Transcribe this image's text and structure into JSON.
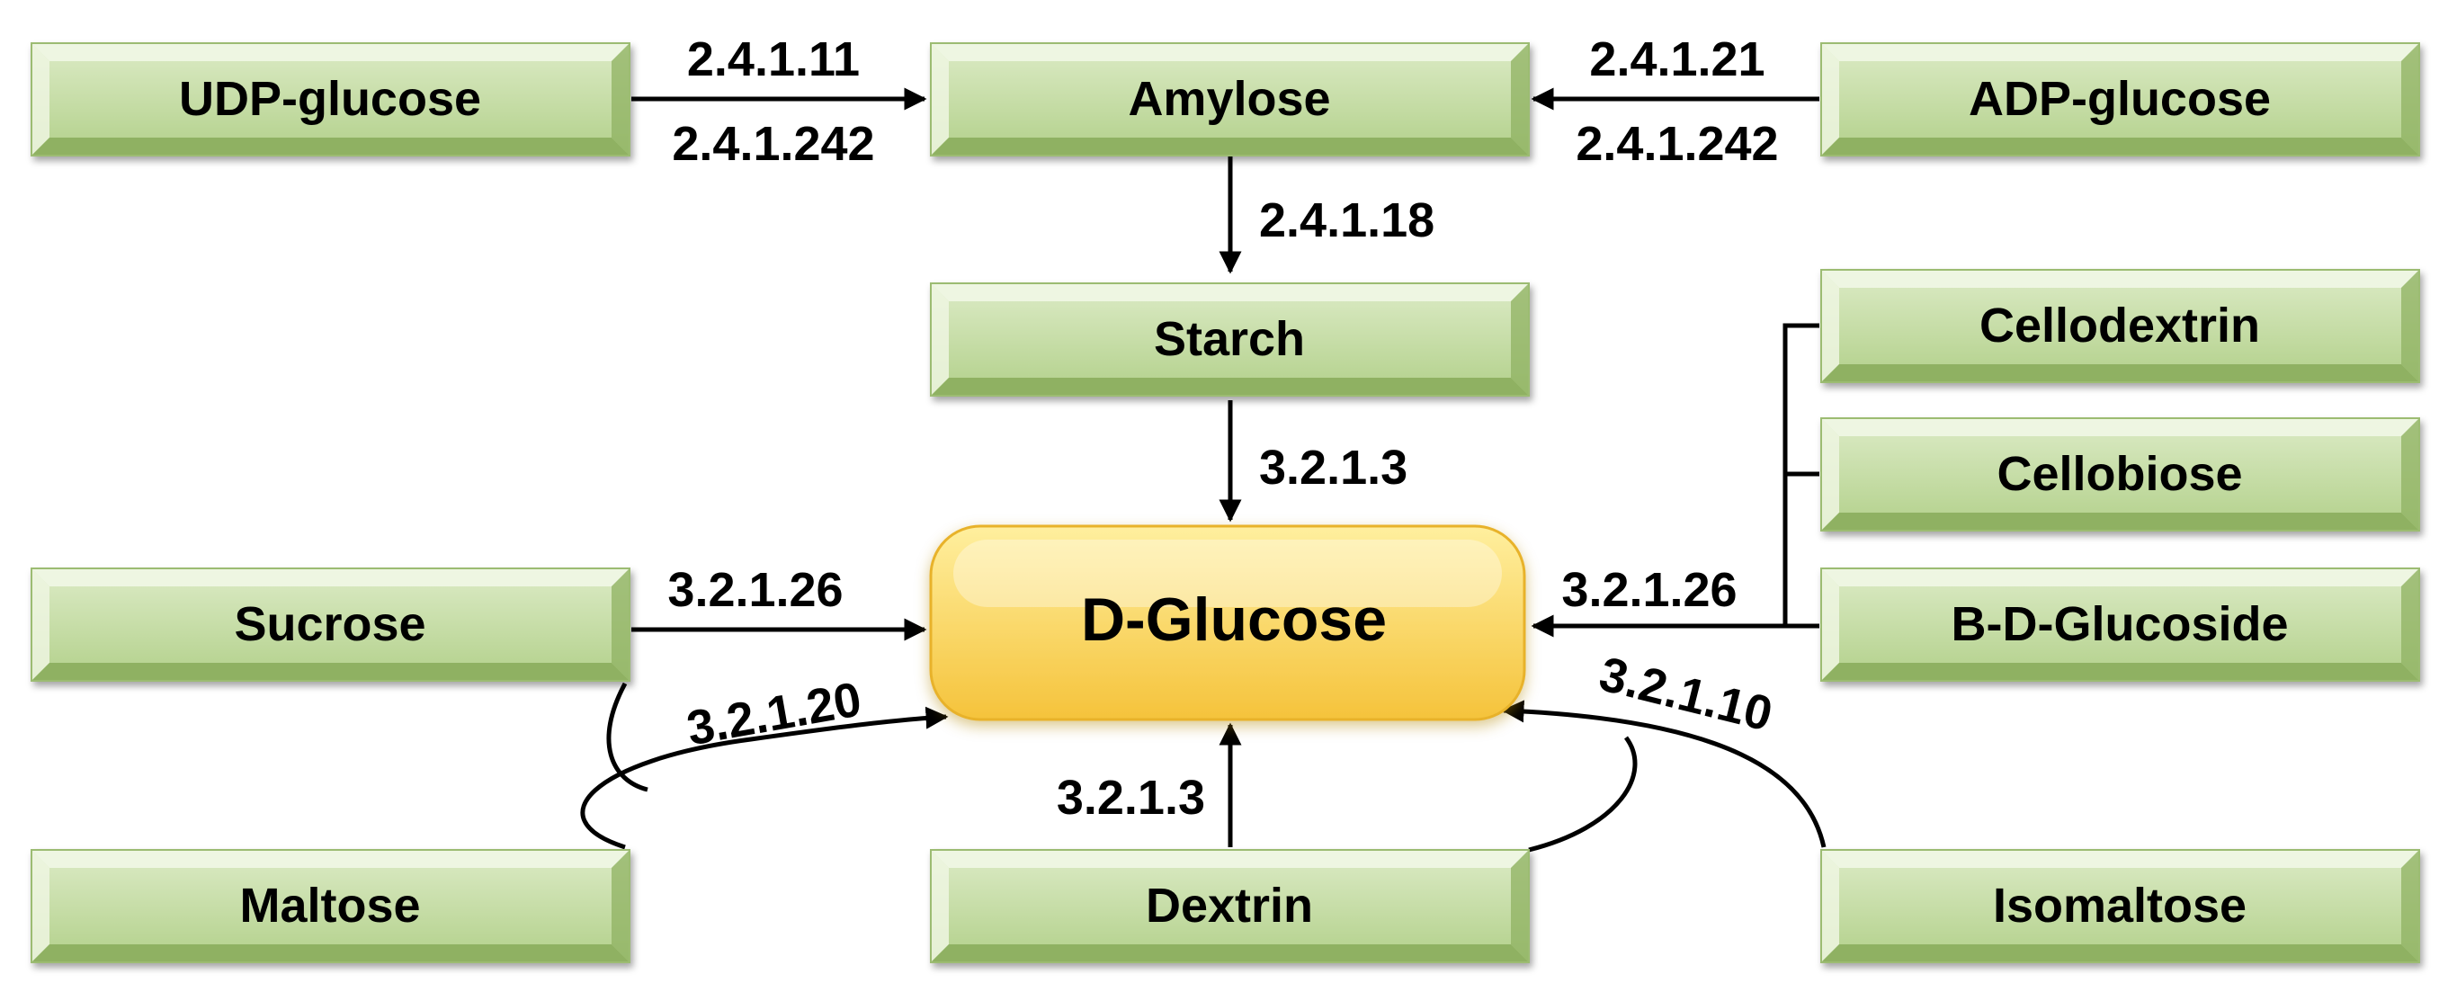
{
  "colors": {
    "box_face_light": "#dcebc6",
    "box_face_dark": "#b2d08a",
    "box_bevel_light": "#eef6e2",
    "box_bevel_dark": "#8fb162",
    "box_border": "#9cbc72",
    "center_light": "#ffef9e",
    "center_dark": "#f5c33b",
    "center_border": "#e8b22a",
    "line": "#000000"
  },
  "nodes": {
    "udp_glucose": "UDP-glucose",
    "amylose": "Amylose",
    "adp_glucose": "ADP-glucose",
    "starch": "Starch",
    "cellodextrin": "Cellodextrin",
    "cellobiose": "Cellobiose",
    "sucrose": "Sucrose",
    "d_glucose": "D-Glucose",
    "b_d_glucoside": "B-D-Glucoside",
    "maltose": "Maltose",
    "dextrin": "Dextrin",
    "isomaltose": "Isomaltose"
  },
  "enzymes": {
    "udp_to_amylose_top": "2.4.1.11",
    "udp_to_amylose_bottom": "2.4.1.242",
    "adp_to_amylose_top": "2.4.1.21",
    "adp_to_amylose_bottom": "2.4.1.242",
    "amylose_to_starch": "2.4.1.18",
    "starch_to_glucose": "3.2.1.3",
    "sucrose_to_glucose": "3.2.1.26",
    "maltose_to_glucose": "3.2.1.20",
    "dextrin_to_glucose": "3.2.1.3",
    "glucosides_to_glucose": "3.2.1.26",
    "isomaltose_to_glucose": "3.2.1.10"
  }
}
